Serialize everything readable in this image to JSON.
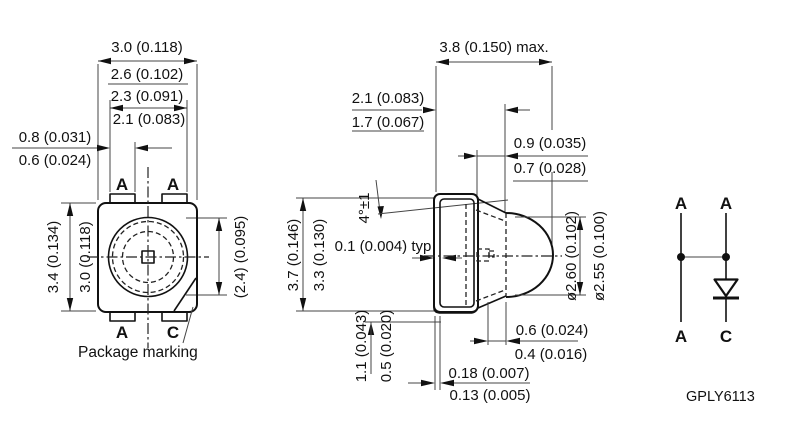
{
  "figure": {
    "top_view": {
      "body_width_max": "3.0 (0.118)",
      "body_width_min": "2.6 (0.102)",
      "pad_span_max": "2.3 (0.091)",
      "pad_span_min": "2.1 (0.083)",
      "pad_width_max": "0.8 (0.031)",
      "pad_width_min": "0.6 (0.024)",
      "body_height_max": "3.4 (0.134)",
      "body_height_min": "3.0 (0.118)",
      "lens_dia_ref": "(2.4) (0.095)",
      "pad_top_left": "A",
      "pad_top_right": "A",
      "pad_bottom_left": "A",
      "pad_bottom_right": "C",
      "marking_label": "Package marking"
    },
    "side_view": {
      "overall_length": "3.8 (0.150) max.",
      "body_depth_max": "2.1 (0.083)",
      "body_depth_min": "1.7 (0.067)",
      "lens_base_max": "0.9 (0.035)",
      "lens_base_min": "0.7 (0.028)",
      "draft_angle": "4°±1",
      "gap_typ": "0.1 (0.004) typ",
      "height_max": "3.7 (0.146)",
      "height_min": "3.3 (0.130)",
      "lens_dia_max": "ø2.60 (0.102)",
      "lens_dia_min": "ø2.55 (0.100)",
      "standoff_max": "1.1 (0.043)",
      "standoff_min": "0.5 (0.020)",
      "foot_len_max": "0.6 (0.024)",
      "foot_len_min": "0.4 (0.016)",
      "lead_thickness_max": "0.18 (0.007)",
      "lead_thickness_min": "0.13 (0.005)"
    },
    "schematic": {
      "pin_top_left": "A",
      "pin_top_right": "A",
      "pin_bottom_left": "A",
      "pin_bottom_right": "C",
      "drawing_code": "GPLY6113"
    },
    "colors": {
      "line": "#111111",
      "background": "#ffffff"
    }
  }
}
